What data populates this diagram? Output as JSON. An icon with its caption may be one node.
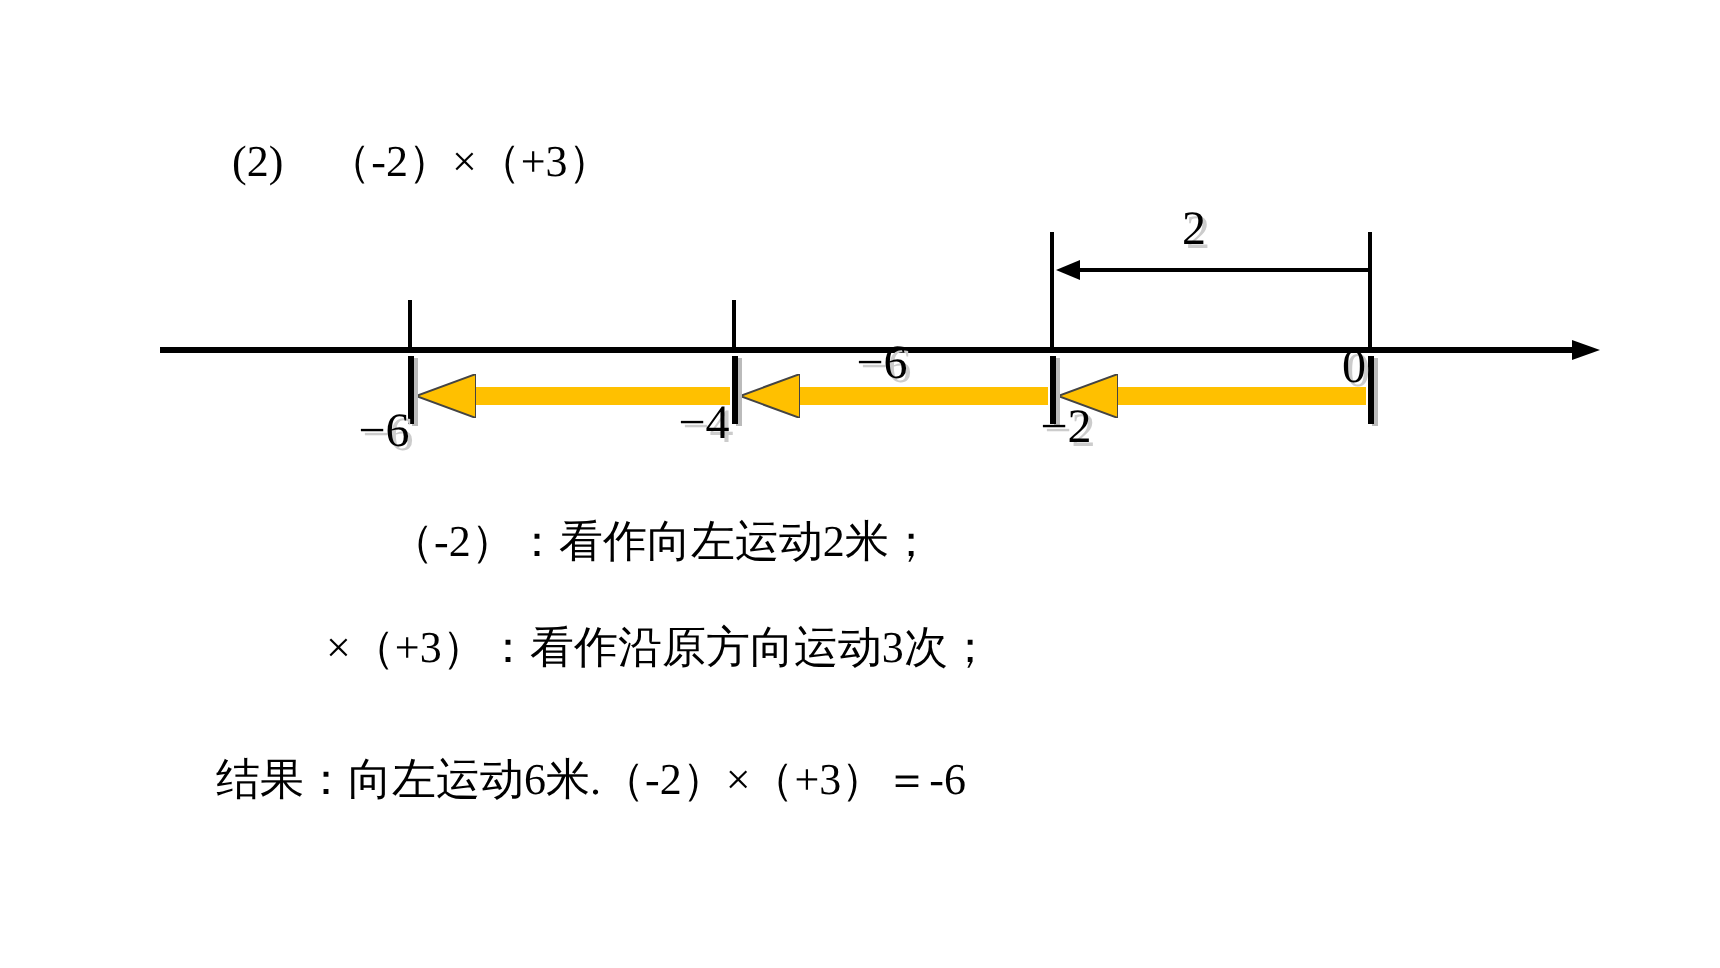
{
  "diagram": {
    "title": "(2)　（-2）×（+3）",
    "nodes": [
      {
        "text": [],
        "shape": "bar",
        "beside": [
          "−6"
        ]
      },
      {
        "text": [],
        "shape": "bar",
        "beside": [
          "−4"
        ]
      },
      {
        "text": [],
        "shape": "bar",
        "beside": [
          "−2"
        ]
      },
      {
        "text": [],
        "shape": "bar",
        "beside": [
          "0"
        ]
      }
    ],
    "edges": [
      {
        "from": 3,
        "to": 2,
        "arrow": "to",
        "color": "#ffc000"
      },
      {
        "from": 2,
        "to": 1,
        "arrow": "to",
        "color": "#ffc000"
      },
      {
        "from": 1,
        "to": 0,
        "arrow": "to",
        "color": "#ffc000"
      }
    ],
    "labels": [
      "2",
      "−6",
      "（-2）：看作向左运动2米；",
      "×（+3）：看作沿原方向运动3次；",
      "结果：向左运动6米.（-2）×（+3）＝-6"
    ]
  }
}
